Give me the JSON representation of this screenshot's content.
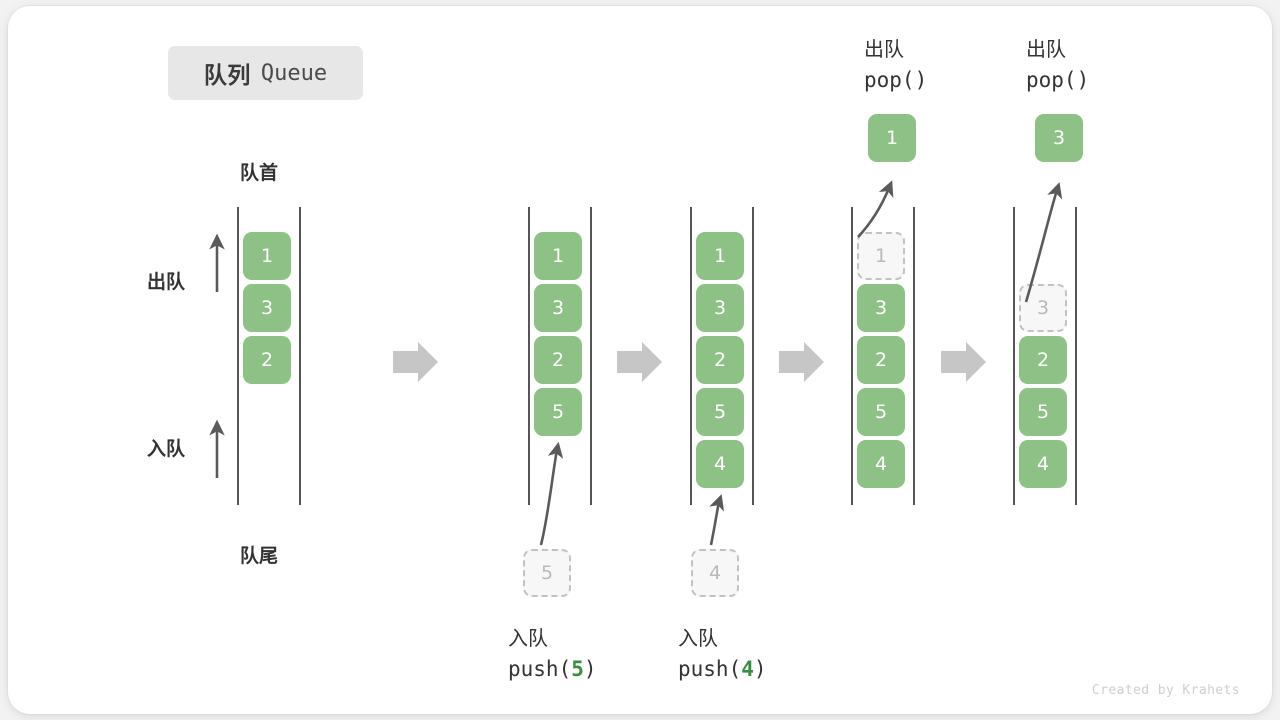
{
  "title": {
    "cn": "队列",
    "en": "Queue"
  },
  "labels": {
    "front": "队首",
    "rear": "队尾",
    "dequeue": "出队",
    "enqueue": "入队"
  },
  "watermark": "Created by Krahets",
  "colors": {
    "cell_fill": "#8dc185",
    "cell_text": "#ffffff",
    "ghost_fill": "#f7f7f7",
    "ghost_border": "#c2c2c2",
    "ghost_text": "#b9b9b9",
    "rail": "#555555",
    "flow_arrow": "#c6c6c6",
    "accent_green": "#3c8c44",
    "text": "#333333",
    "chip_bg": "#e7e7e7",
    "card_bg": "#ffffff",
    "page_bg": "#f2f2f2"
  },
  "columns": [
    {
      "id": "initial",
      "caption_top": null,
      "caption_bottom": null,
      "side_labels": {
        "dequeue": "出队",
        "enqueue": "入队"
      },
      "head_label": "队首",
      "tail_label": "队尾",
      "cells": [
        {
          "value": "1",
          "state": "filled"
        },
        {
          "value": "3",
          "state": "filled"
        },
        {
          "value": "2",
          "state": "filled"
        }
      ],
      "incoming": null,
      "popped": null
    },
    {
      "id": "push-5",
      "caption_bottom": {
        "cn": "入队",
        "op": "push(",
        "arg": "5",
        "close": ")"
      },
      "cells": [
        {
          "value": "1",
          "state": "filled"
        },
        {
          "value": "3",
          "state": "filled"
        },
        {
          "value": "2",
          "state": "filled"
        },
        {
          "value": "5",
          "state": "filled"
        }
      ],
      "incoming": {
        "value": "5",
        "state": "ghost"
      },
      "popped": null
    },
    {
      "id": "push-4",
      "caption_bottom": {
        "cn": "入队",
        "op": "push(",
        "arg": "4",
        "close": ")"
      },
      "cells": [
        {
          "value": "1",
          "state": "filled"
        },
        {
          "value": "3",
          "state": "filled"
        },
        {
          "value": "2",
          "state": "filled"
        },
        {
          "value": "5",
          "state": "filled"
        },
        {
          "value": "4",
          "state": "filled"
        }
      ],
      "incoming": {
        "value": "4",
        "state": "ghost"
      },
      "popped": null
    },
    {
      "id": "pop-1",
      "caption_top": {
        "cn": "出队",
        "op": "pop()"
      },
      "cells": [
        {
          "value": "1",
          "state": "ghost"
        },
        {
          "value": "3",
          "state": "filled"
        },
        {
          "value": "2",
          "state": "filled"
        },
        {
          "value": "5",
          "state": "filled"
        },
        {
          "value": "4",
          "state": "filled"
        }
      ],
      "incoming": null,
      "popped": {
        "value": "1",
        "state": "filled"
      }
    },
    {
      "id": "pop-3",
      "caption_top": {
        "cn": "出队",
        "op": "pop()"
      },
      "cells": [
        {
          "value": "3",
          "state": "ghost"
        },
        {
          "value": "2",
          "state": "filled"
        },
        {
          "value": "5",
          "state": "filled"
        },
        {
          "value": "4",
          "state": "filled"
        }
      ],
      "incoming": null,
      "popped": {
        "value": "3",
        "state": "filled"
      }
    }
  ],
  "flow_arrows": 4
}
